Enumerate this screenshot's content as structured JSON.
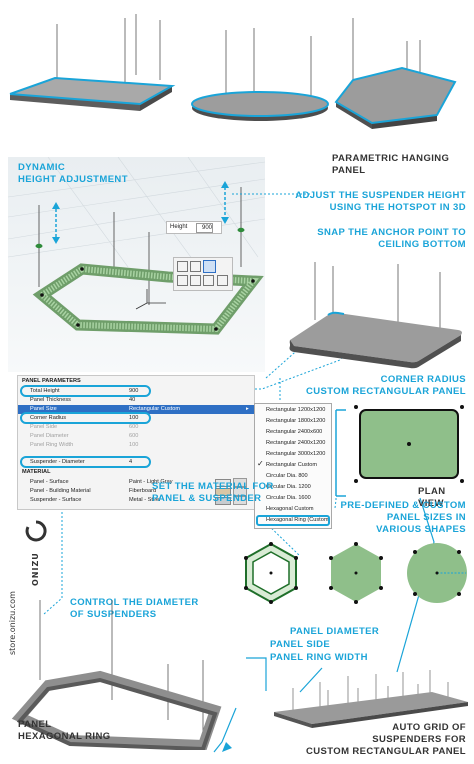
{
  "colors": {
    "accent": "#1aa4d8",
    "panel_green": "#8fbf8a",
    "panel_dark": "#5f5f5f",
    "panel_grey": "#8a8a8a"
  },
  "callouts": {
    "parametric_title": "PARAMETRIC HANGING PANEL",
    "dynamic_height_1": "DYNAMIC",
    "dynamic_height_2": "HEIGHT ADJUSTMENT",
    "adjust_1": "ADJUST THE SUSPENDER HEIGHT",
    "adjust_2": "USING THE HOTSPOT IN 3D",
    "snap_1": "SNAP THE ANCHOR POINT TO",
    "snap_2": "CEILING BOTTOM",
    "corner_1": "CORNER RADIUS",
    "corner_2": "CUSTOM RECTANGULAR PANEL",
    "plan_view": "PLAN VIEW",
    "predef_1": "PRE-DEFINED & CUSTOM",
    "predef_2": "PANEL SIZES IN",
    "predef_3": "VARIOUS SHAPES",
    "material_1": "SET THE MATERIAL FOR",
    "material_2": "PANEL & SUSPENDER",
    "control_1": "CONTROL THE DIAMETER",
    "control_2": "OF SUSPENDERS",
    "panel_diameter": "PANEL DIAMETER",
    "panel_side": "PANEL SIDE",
    "panel_ring_width": "PANEL RING WIDTH",
    "hex_1": "PANEL",
    "hex_2": "HEXAGONAL RING",
    "grid_1": "AUTO GRID OF",
    "grid_2": "SUSPENDERS FOR",
    "grid_3": "CUSTOM RECTANGULAR PANEL"
  },
  "hotspot": {
    "label": "Height",
    "value": "900"
  },
  "params": {
    "header": "PANEL PARAMETERS",
    "rows": [
      {
        "label": "Total Height",
        "value": "900"
      },
      {
        "label": "Panel Thickness",
        "value": "40"
      },
      {
        "label": "Panel Size",
        "value": "Rectangular Custom"
      },
      {
        "label": "Corner Radius",
        "value": "100"
      },
      {
        "label": "Panel Side",
        "value": "600"
      },
      {
        "label": "Panel Diameter",
        "value": "600"
      },
      {
        "label": "Panel Ring Width",
        "value": "100"
      },
      {
        "label": "Suspender - Diameter",
        "value": "4"
      }
    ],
    "material_header": "MATERIAL",
    "materials": [
      {
        "label": "Panel - Surface",
        "value": "Paint - Light Gray",
        "swatch": "#e8e8e8"
      },
      {
        "label": "Panel - Building Material",
        "value": "Fiberboard",
        "swatch": "#d9c6a5"
      },
      {
        "label": "Suspender - Surface",
        "value": "Metal - Steel",
        "swatch": "#c7ccd0"
      }
    ]
  },
  "size_options": [
    "Rectangular 1200x1200",
    "Rectangular 1800x1200",
    "Rectangular 2400x600",
    "Rectangular 2400x1200",
    "Rectangular 3000x1200",
    "Rectangular Custom",
    "Circular Dia. 800",
    "Circular Dia. 1200",
    "Circular Dia. 1600",
    "Hexagonal Custom",
    "Hexagonal Ring (Custom)"
  ],
  "selected_option": "Rectangular Custom",
  "brand": {
    "name": "ONIZU",
    "url": "store.onizu.com"
  }
}
